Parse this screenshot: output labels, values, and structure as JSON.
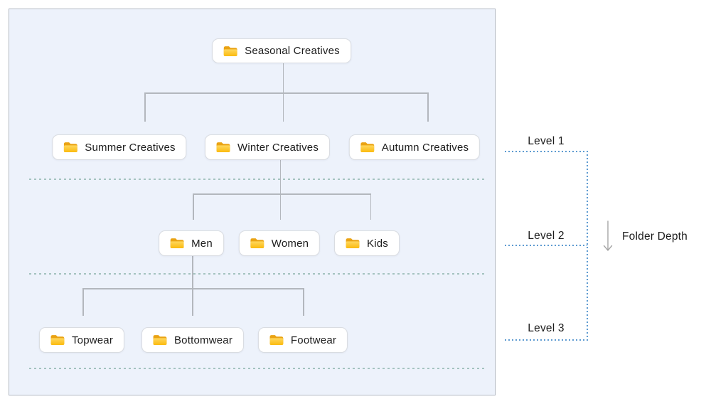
{
  "diagram": {
    "nodes": {
      "seasonal": "Seasonal Creatives",
      "summer": "Summer Creatives",
      "winter": "Winter Creatives",
      "autumn": "Autumn Creatives",
      "men": "Men",
      "women": "Women",
      "kids": "Kids",
      "topwear": "Topwear",
      "bottomwear": "Bottomwear",
      "footwear": "Footwear"
    }
  },
  "depth_axis": {
    "levels": [
      "Level 1",
      "Level 2",
      "Level 3"
    ],
    "label": "Folder Depth"
  },
  "icons": {
    "node_icon": "folder-icon",
    "axis_icon": "arrow-down-icon"
  },
  "colors": {
    "panel-bg": "#edf2fb",
    "panel-border": "#b3b9c3",
    "node-border": "#d9dce1",
    "connector": "#b3b7bd",
    "separator": "#a4c3bf",
    "depth-line": "#5e9bd1",
    "text": "#1c1c1c",
    "arrow": "#a6a6a6",
    "folder-dark": "#eaa313",
    "folder-light": "#ffd75e",
    "folder-main": "#fbba0f"
  }
}
